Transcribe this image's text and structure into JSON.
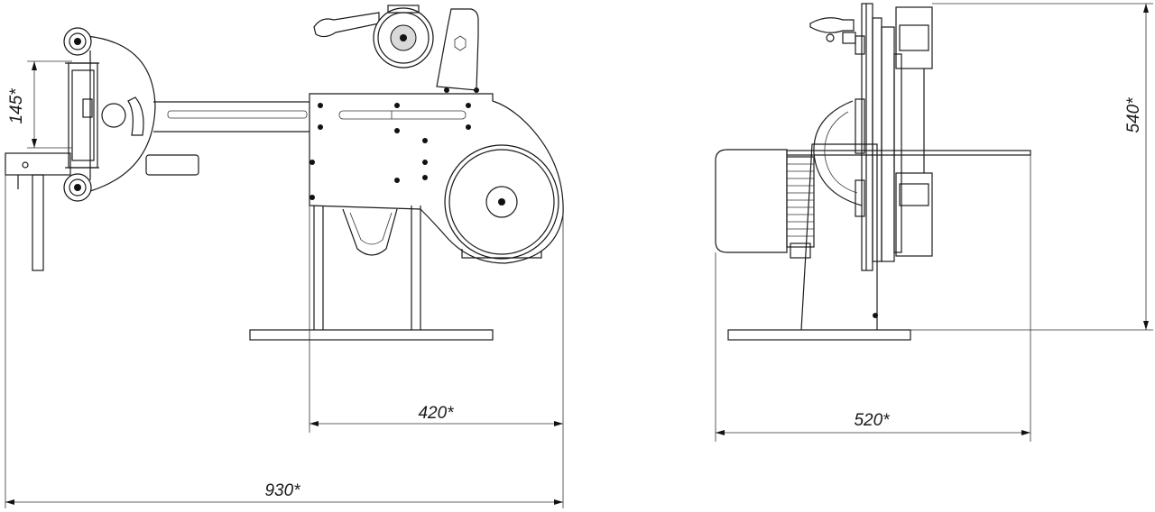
{
  "dimensions": {
    "height_145": "145*",
    "width_420": "420*",
    "length_930": "930*",
    "depth_520": "520*",
    "height_540": "540*"
  }
}
